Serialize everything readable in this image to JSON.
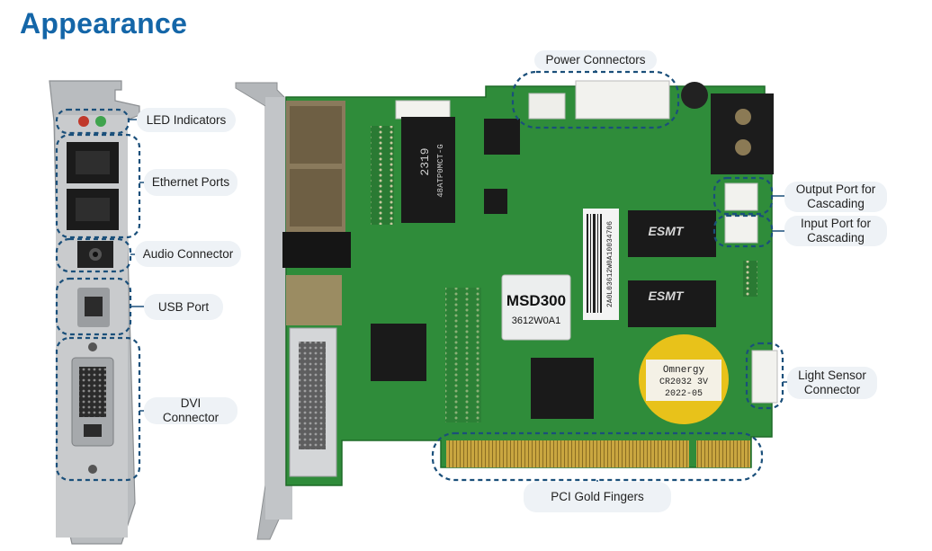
{
  "page": {
    "title": "Appearance"
  },
  "callouts": {
    "led_indicators": "LED Indicators",
    "ethernet_ports": "Ethernet Ports",
    "audio_connector": "Audio Connector",
    "usb_port": "USB Port",
    "dvi_connector": "DVI Connector",
    "power_connectors": "Power Connectors",
    "output_port": "Output Port for Cascading",
    "input_port": "Input Port for Cascading",
    "light_sensor": "Light Sensor Connector",
    "pci_gold_fingers": "PCI Gold Fingers"
  },
  "board_markings": {
    "model": "MSD300",
    "model_sub": "3612W0A1",
    "serial_barcode": "2A0L03612W0A10034706",
    "chip_main_1": "2319",
    "chip_main_2": "48ATP0MCT-G",
    "ram_brand": "ESMT",
    "battery_line1": "Omnergy",
    "battery_line2": "CR2032 3V",
    "battery_line3": "2022-05"
  },
  "colors": {
    "title": "#1466a8",
    "pcb_green": "#2f8c3a",
    "callout_border": "#1a4f7a",
    "label_bg": "#eef2f6",
    "gold": "#c9a640"
  }
}
